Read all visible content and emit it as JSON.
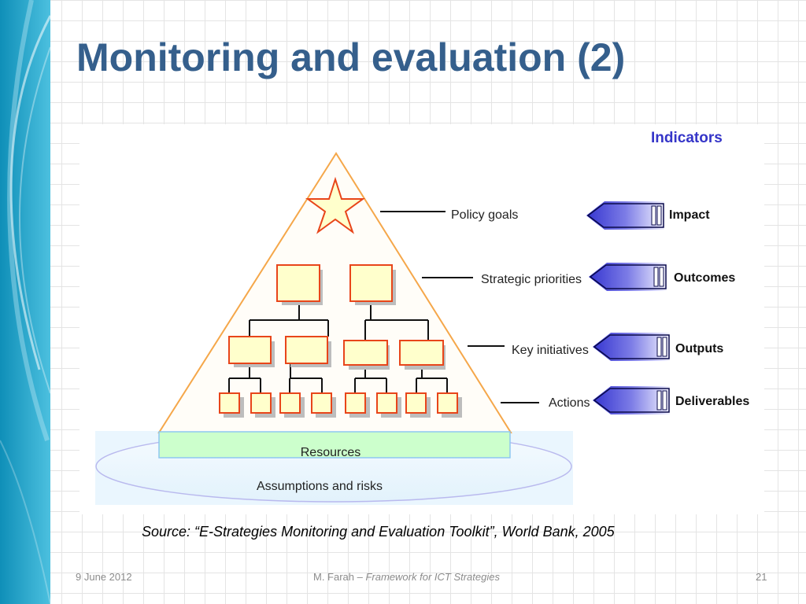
{
  "slide": {
    "title": "Monitoring and evaluation (2)",
    "source": "Source: “E-Strategies Monitoring and Evaluation Toolkit”, World Bank, 2005",
    "footer": {
      "date": "9 June 2012",
      "author": "M. Farah",
      "dash": " – ",
      "subtitle": "Framework for ICT Strategies",
      "page": "21"
    }
  },
  "diagram": {
    "indicators_heading": "Indicators",
    "levels": [
      {
        "label": "Policy goals",
        "indicator": "Impact"
      },
      {
        "label": "Strategic priorities",
        "indicator": "Outcomes"
      },
      {
        "label": "Key initiatives",
        "indicator": "Outputs"
      },
      {
        "label": "Actions",
        "indicator": "Deliverables"
      }
    ],
    "resources": "Resources",
    "assumptions": "Assumptions and risks"
  },
  "colors": {
    "title": "#355f8c",
    "box_fill": "#ffffcc",
    "box_border": "#e8451a",
    "triangle_border": "#f5a74a",
    "indicator_blue": "#3030cc",
    "resources_fill": "#ccffcc",
    "ellipse_fill": "#eef8ff",
    "ellipse_border": "#b9b9ee",
    "side_band": "#22a0c6"
  }
}
